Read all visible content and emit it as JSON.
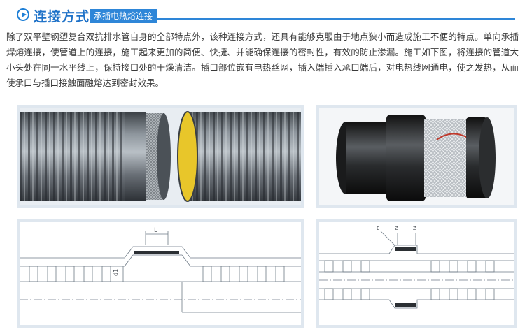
{
  "header": {
    "title": "连接方式",
    "subtitle": "承插电热熔连接"
  },
  "description": "除了双平壁钢塑复合双抗排水管自身的全部特点外，该种连接方式，还具有能够克服由于地点狭小而造成施工不便的特点。单向承插焊熔连接，使管道上的连接，施工起来更加的简便、快捷、并能确保连接的密封性，有效的防止渗漏。施工如下图，将连接的管道大小头处在同一水平线上，保持接口处的干燥清洁。插口部位嵌有电热丝网，插入端插入承口端后，对电热线网通电，使之发热，从而使承口与插口接触面融熔达到密封效果。",
  "figures": [
    {
      "id": "corrugated-pipes",
      "kind": "photo"
    },
    {
      "id": "electrofusion-sleeve",
      "kind": "photo"
    },
    {
      "id": "socket-diagram",
      "kind": "drawing",
      "labels": [
        "L",
        "d1"
      ]
    },
    {
      "id": "section-diagram",
      "kind": "drawing",
      "labels": [
        "E",
        "Z",
        "Z"
      ]
    }
  ]
}
